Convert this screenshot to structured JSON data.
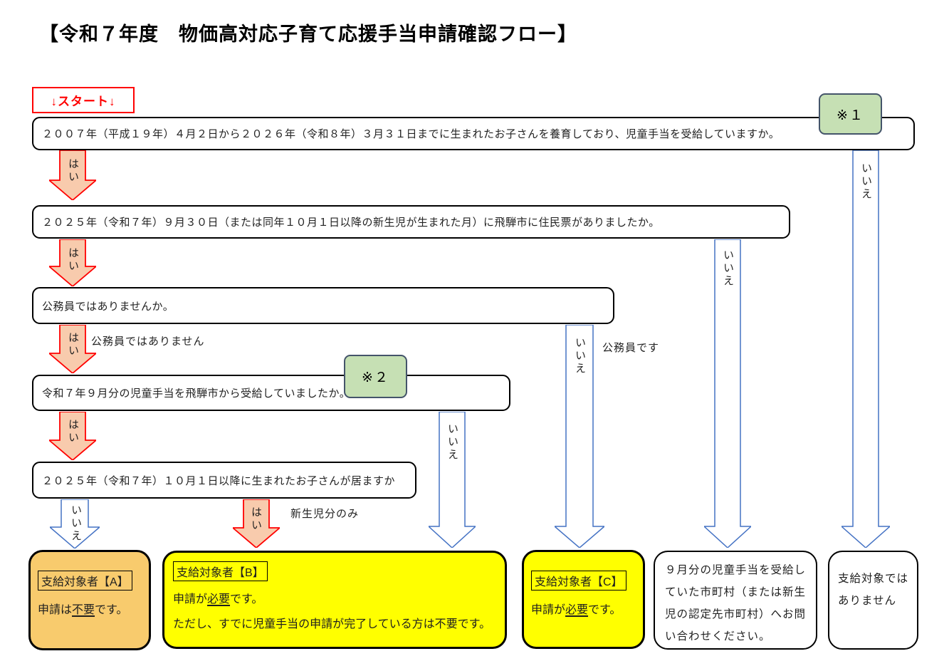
{
  "title": "【令和７年度　物価高対応子育て応援手当申請確認フロー】",
  "start": {
    "label": "↓スタート↓"
  },
  "notes": {
    "note1": "※１",
    "note2": "※２"
  },
  "questions": {
    "q1": "２００７年（平成１９年）４月２日から２０２６年（令和８年）３月３１日までに生まれたお子さんを養育しており、児童手当を受給していますか。",
    "q2": "２０２５年（令和７年）９月３０日（または同年１０月１日以降の新生児が生まれた月）に飛騨市に住民票がありましたか。",
    "q3": "公務員ではありませんか。",
    "q4": "令和７年９月分の児童手当を飛騨市から受給していましたか。",
    "q5": "２０２５年（令和７年）１０月１日以降に生まれたお子さんが居ますか"
  },
  "edge_labels": {
    "yes": "はい",
    "no": "いいえ",
    "not_civil_servant": "公務員ではありません",
    "civil_servant": "公務員です",
    "newborn_only": "新生児分のみ"
  },
  "results": {
    "a": {
      "title": "支給対象者【A】",
      "pre": "申請は",
      "em": "不要",
      "post": "です。"
    },
    "b": {
      "title": "支給対象者【B】",
      "pre": "申請が",
      "em": "必要",
      "post": "です。",
      "note": "ただし、すでに児童手当の申請が完了している方は不要です。"
    },
    "c": {
      "title": "支給対象者【C】",
      "pre": "申請が",
      "em": "必要",
      "post": "です。"
    },
    "d": {
      "text": "９月分の児童手当を受給していた市町村（または新生児の認定先市町村）へお問い合わせください。"
    },
    "e": {
      "text": "支給対象ではありません"
    }
  },
  "colors": {
    "result_a_fill": "#F8CB6D",
    "result_bc_fill": "#FFFF00",
    "note_fill": "#C6E0B4",
    "note_border": "#44546A",
    "yes_arrow_fill": "#F8CBAD",
    "yes_arrow_border": "#FF0000",
    "no_arrow_fill": "#FFFFFF",
    "no_arrow_border": "#4472C4",
    "start_color": "#FF0000",
    "box_border": "#000000"
  }
}
